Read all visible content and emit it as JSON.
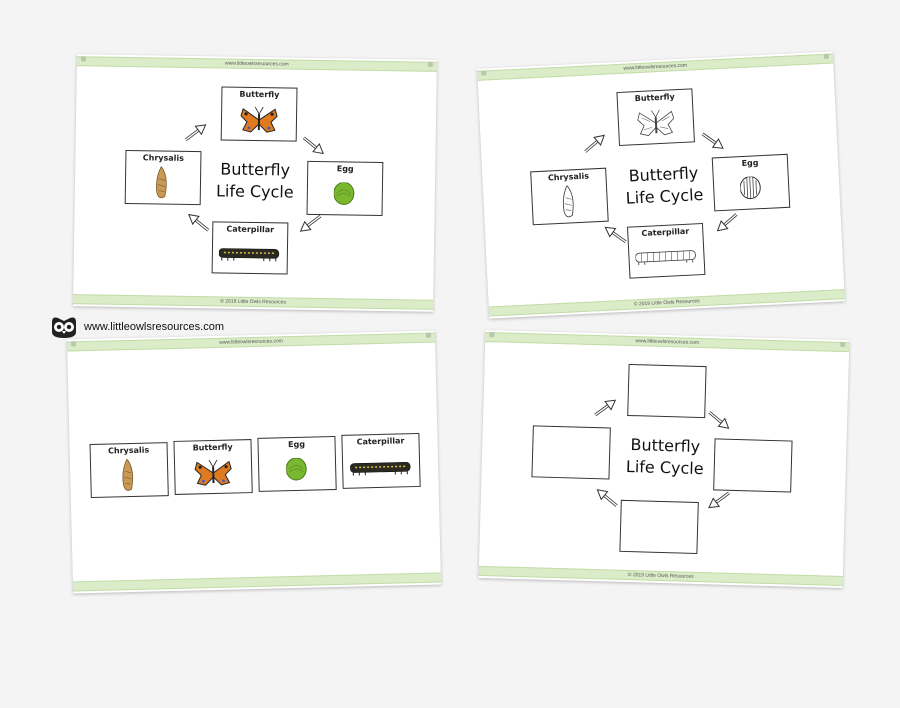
{
  "footer_logo": {
    "url_text": "www.littleowlsresources.com"
  },
  "sheets": [
    {
      "header_url": "www.littleowlsresources.com",
      "footer_text": "© 2019 Little Owls Resources",
      "title_lines": [
        "Butterfly",
        "Life Cycle"
      ],
      "cards": [
        {
          "label": "Butterfly",
          "image": "butterfly-color-icon"
        },
        {
          "label": "Egg",
          "image": "egg-color-icon"
        },
        {
          "label": "Caterpillar",
          "image": "caterpillar-color-icon"
        },
        {
          "label": "Chrysalis",
          "image": "chrysalis-color-icon"
        }
      ]
    },
    {
      "header_url": "www.littleowlsresources.com",
      "footer_text": "© 2019 Little Owls Resources",
      "title_lines": [
        "Butterfly",
        "Life Cycle"
      ],
      "cards": [
        {
          "label": "Butterfly",
          "image": "butterfly-outline-icon"
        },
        {
          "label": "Egg",
          "image": "egg-outline-icon"
        },
        {
          "label": "Caterpillar",
          "image": "caterpillar-outline-icon"
        },
        {
          "label": "Chrysalis",
          "image": "chrysalis-outline-icon"
        }
      ]
    },
    {
      "header_url": "www.littleowlsresources.com",
      "cards": [
        {
          "label": "Chrysalis",
          "image": "chrysalis-color-icon"
        },
        {
          "label": "Butterfly",
          "image": "butterfly-color-icon"
        },
        {
          "label": "Egg",
          "image": "egg-color-icon"
        },
        {
          "label": "Caterpillar",
          "image": "caterpillar-color-icon"
        }
      ]
    },
    {
      "header_url": "www.littleowlsresources.com",
      "footer_text": "© 2019 Little Owls Resources",
      "title_lines": [
        "Butterfly",
        "Life Cycle"
      ]
    }
  ]
}
